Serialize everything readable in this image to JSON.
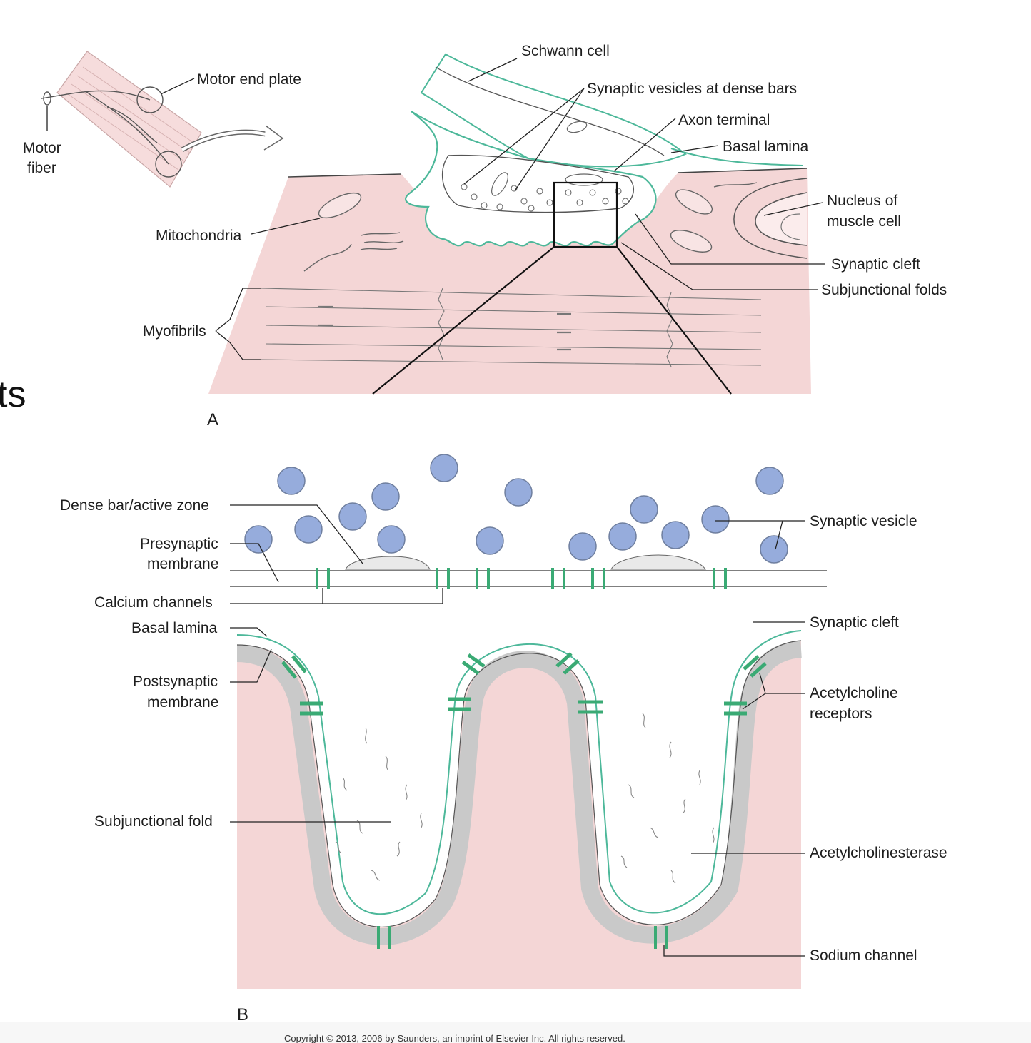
{
  "slide_fragment": "ts",
  "panel_a": {
    "panel_label": "A",
    "labels": {
      "motor_end_plate": "Motor end plate",
      "motor_fiber_line1": "Motor",
      "motor_fiber_line2": "fiber",
      "schwann_cell": "Schwann cell",
      "synaptic_vesicles_dense_bars": "Synaptic vesicles at dense bars",
      "axon_terminal": "Axon terminal",
      "basal_lamina": "Basal lamina",
      "nucleus_line1": "Nucleus of",
      "nucleus_line2": "muscle cell",
      "mitochondria": "Mitochondria",
      "synaptic_cleft": "Synaptic cleft",
      "subjunctional_folds": "Subjunctional folds",
      "myofibrils": "Myofibrils"
    }
  },
  "panel_b": {
    "panel_label": "B",
    "labels": {
      "dense_bar_active_zone": "Dense bar/active zone",
      "presynaptic_line1": "Presynaptic",
      "presynaptic_line2": "membrane",
      "calcium_channels": "Calcium channels",
      "basal_lamina": "Basal lamina",
      "postsynaptic_line1": "Postsynaptic",
      "postsynaptic_line2": "membrane",
      "subjunctional_fold": "Subjunctional fold",
      "synaptic_vesicle": "Synaptic vesicle",
      "synaptic_cleft": "Synaptic cleft",
      "acetylcholine_receptors_line1": "Acetylcholine",
      "acetylcholine_receptors_line2": "receptors",
      "acetylcholinesterase": "Acetylcholinesterase",
      "sodium_channel": "Sodium channel"
    }
  },
  "copyright": "Copyright © 2013, 2006 by Saunders, an imprint of Elsevier Inc. All rights reserved.",
  "colors": {
    "muscle_pink": "#f4d6d6",
    "basal_lamina_green": "#4db89a",
    "channel_green": "#3aaa74",
    "vesicle_blue": "#96acdc",
    "membrane_gray": "#c9c9c9"
  }
}
